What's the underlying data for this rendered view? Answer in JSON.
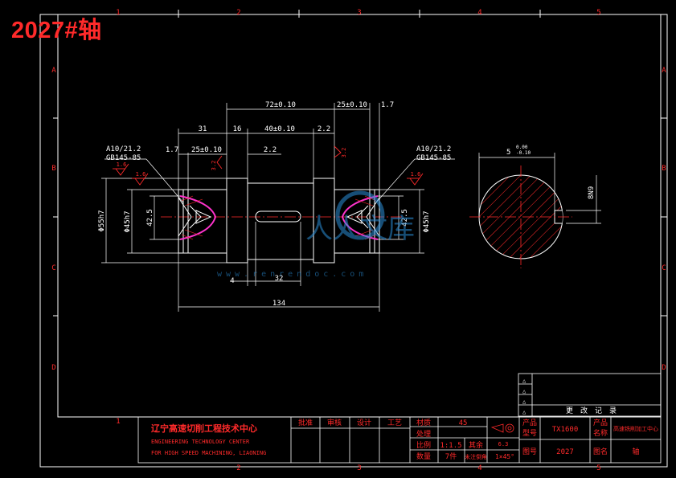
{
  "title": "2027#轴",
  "drawing": {
    "left_section_label": [
      "A10/21.2",
      "GB145-85"
    ],
    "right_section_label": [
      "A10/21.2",
      "GB145-85"
    ],
    "dims": {
      "top1": "72±0.10",
      "top2": "25±0.10",
      "top3": "1.7",
      "mid1": "31",
      "mid2": "16",
      "mid3": "40±0.10",
      "mid4": "2.2",
      "small1": "1.7",
      "small2": "25±0.10",
      "small3": "2.2",
      "left_dia1": "Φ55h7",
      "left_dia2": "Φ45h7",
      "left_dia3": "42.5",
      "right_dia1": "42.5",
      "right_dia2": "Φ45h7",
      "bottom1": "4",
      "bottom2": "32",
      "overall": "134",
      "section_width": "5",
      "section_tol_upper": "0.00",
      "section_tol_lower": "-0.10",
      "section_depth": "8N9",
      "roughness1": "1.6",
      "roughness2": "3.2",
      "roughness3": "3.2",
      "roughness4": "1.6",
      "roughness5": "1.6"
    },
    "column_numbers_top": [
      "1",
      "2",
      "3",
      "4",
      "5"
    ],
    "column_numbers_bottom": [
      "1",
      "2",
      "3",
      "4",
      "5"
    ],
    "row_letters": [
      "A",
      "B",
      "C",
      "D"
    ],
    "watermark_url": "www.renrendoc.com"
  },
  "title_block": {
    "org_cn": "辽宁高速切削工程技术中心",
    "org_en1": "ENGINEERING TECHNOLOGY CENTER",
    "org_en2": "FOR HIGH SPEED MACHINING, LIAONING",
    "sig_labels": [
      "批准",
      "审核",
      "设计",
      "工艺"
    ],
    "material_label": "材质",
    "material_value": "45",
    "heat_label": "处理",
    "scale_label": "比例",
    "scale_value": "1:1.5",
    "other_label": "其余",
    "other_value": "6.3",
    "qty_label": "数量",
    "qty_value": "7件",
    "chamfer_label": "未注倒角",
    "chamfer_value": "1×45°",
    "product_model_label": "产品型号",
    "product_model_value": "TX1600",
    "product_name_label": "产品名称",
    "product_name_value": "高速铣削加工中心",
    "drawing_no_label": "图号",
    "drawing_no_value": "2027",
    "part_name_label": "图名",
    "part_name_value": "轴",
    "revision_label": "更改记录"
  },
  "colors": {
    "line": "#ffffff",
    "red": "#ff2a2a",
    "magenta": "#ff33cc",
    "cyan": "#00e5ff",
    "yellow": "#e8e060"
  }
}
